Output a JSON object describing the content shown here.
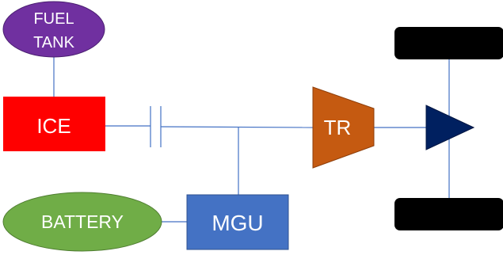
{
  "diagram": {
    "fuel_tank": {
      "line1": "FUEL",
      "line2": "TANK",
      "color": "#7030a0"
    },
    "ice": {
      "label": "ICE",
      "color": "#ff0000"
    },
    "transmission": {
      "label": "TR",
      "color": "#c55a11"
    },
    "battery": {
      "label": "BATTERY",
      "color": "#70ad47"
    },
    "mgu": {
      "label": "MGU",
      "color": "#4472c4"
    },
    "differential": {
      "color": "#002060"
    },
    "wheels": {
      "color": "#000000"
    },
    "line_color": "#4472c4"
  }
}
